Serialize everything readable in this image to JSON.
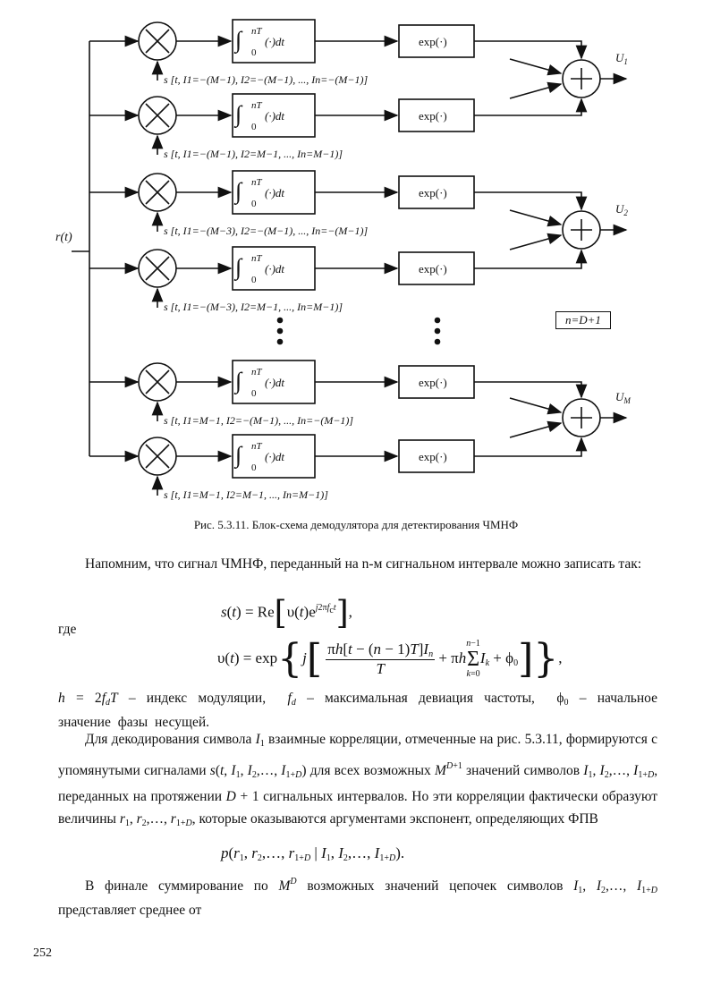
{
  "diagram": {
    "input_label": "r(t)",
    "integrator_upper": "nT",
    "integrator_lower": "0",
    "integrator_body": "(·)dt",
    "exp_label": "exp(·)",
    "note_box": "n=D+1",
    "outputs": [
      "U1",
      "U2",
      "UM"
    ],
    "signal_labels": [
      "s [t, I1=−(M−1), I2=−(M−1), ..., In=−(M−1)]",
      "s [t, I1=−(M−1), I2=M−1, ..., In=M−1)]",
      "s [t, I1=−(M−3), I2=−(M−1), ..., In=−(M−1)]",
      "s [t, I1=−(M−3), I2=M−1, ..., In=M−1)]",
      "s [t, I1=M−1, I2=−(M−1), ..., In=−(M−1)]",
      "s [t, I1=M−1, I2=M−1, ..., In=M−1)]"
    ]
  },
  "caption": "Рис. 5.3.11. Блок-схема демодулятора для детектирования ЧМНФ",
  "text": {
    "p1": "Напомним, что сигнал ЧМНФ, переданный на n-м сигнальном интервале можно записать так:",
    "where": "где",
    "p2_a": "– индекс модуляции,",
    "p2_b": "– максимальная девиация частоты,",
    "p2_c": "– начальное значение фазы несущей.",
    "p3_a": "Для декодирования символа",
    "p3_b": "взаимные корреляции, отмеченные на рис. 5.3.11, формируются с упомянутыми сигналами",
    "p3_c": "для всех возможных",
    "p3_d": "значений символов",
    "p3_e": ", переданных на протяжении",
    "p3_f": "сигнальных интервалов. Но эти корреляции фактически образуют величины",
    "p3_g": ", которые оказываются аргументами экспонент, определяющих ФПВ",
    "p4_a": "В финале суммирование по",
    "p4_b": "возможных значений цепочек символов",
    "p4_c": "представляет среднее от"
  },
  "page_number": "252"
}
